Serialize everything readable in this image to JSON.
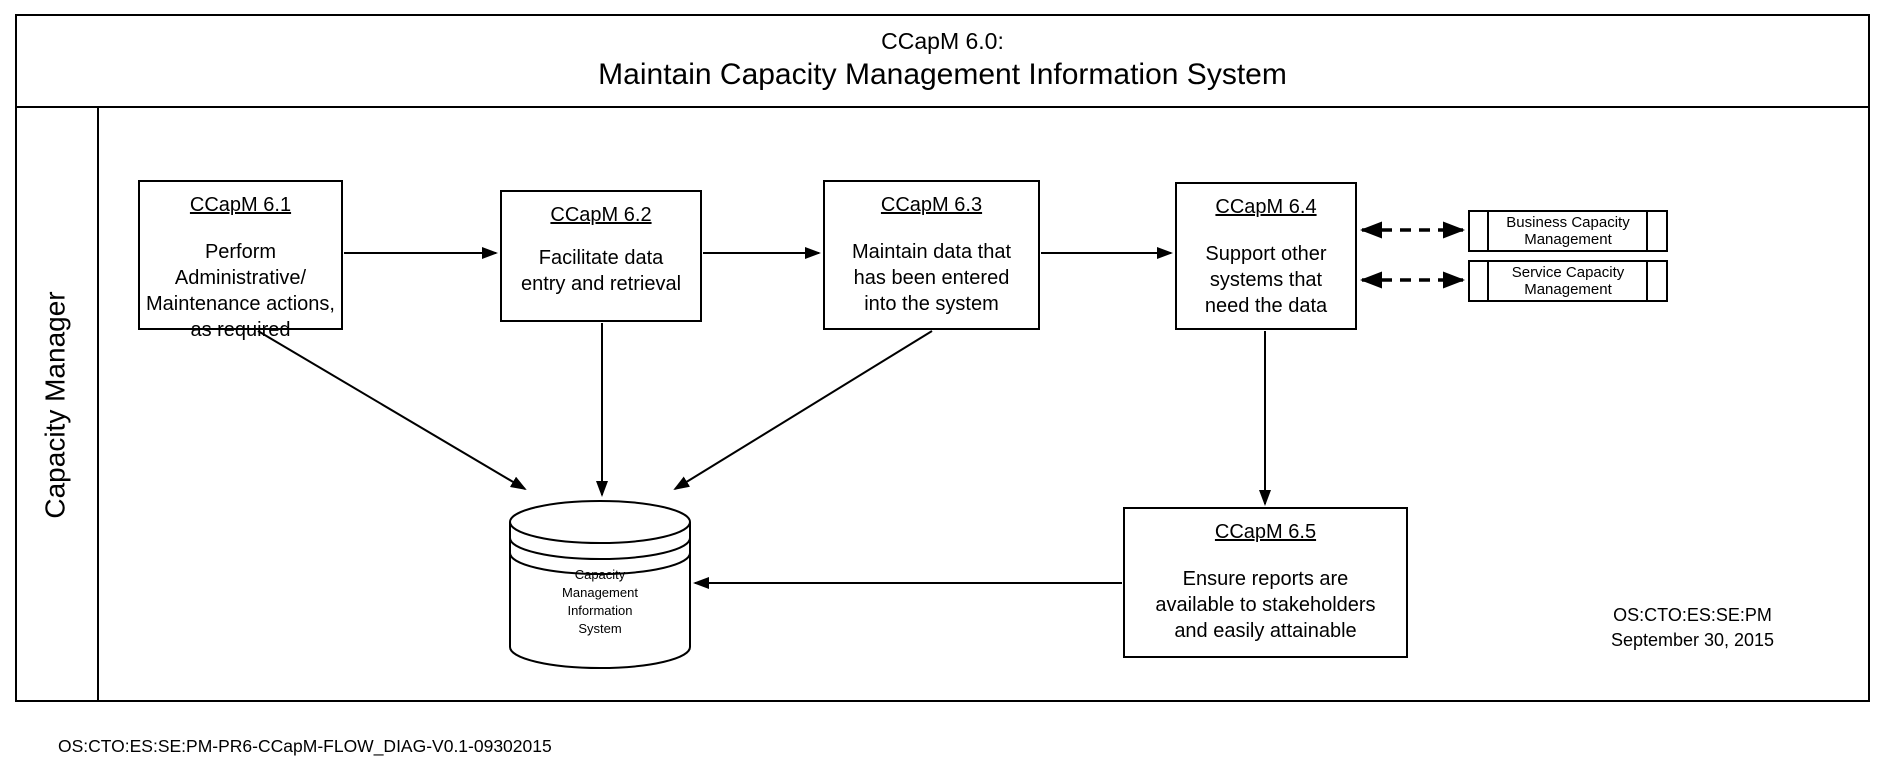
{
  "title": {
    "line1": "CCapM 6.0:",
    "line2": "Maintain Capacity Management Information System"
  },
  "swimlane": {
    "label": "Capacity Manager"
  },
  "processes": [
    {
      "id": "CCapM 6.1",
      "description": "Perform Administrative/\nMaintenance actions,\nas required"
    },
    {
      "id": "CCapM 6.2",
      "description": "Facilitate data\nentry and retrieval"
    },
    {
      "id": "CCapM 6.3",
      "description": "Maintain data that\nhas been entered\ninto the system"
    },
    {
      "id": "CCapM 6.4",
      "description": "Support other\nsystems that\nneed the data"
    },
    {
      "id": "CCapM 6.5",
      "description": "Ensure reports are\navailable to stakeholders\nand easily attainable"
    }
  ],
  "datastore": {
    "label": "Capacity\nManagement\nInformation\nSystem"
  },
  "external_systems": [
    {
      "label": "Business Capacity\nManagement"
    },
    {
      "label": "Service Capacity\nManagement"
    }
  ],
  "annotations": {
    "org": "OS:CTO:ES:SE:PM",
    "date": "September 30, 2015",
    "document_id": "OS:CTO:ES:SE:PM-PR6-CCapM-FLOW_DIAG-V0.1-09302015"
  },
  "colors": {
    "line": "#000000",
    "background": "#ffffff",
    "text": "#000000"
  }
}
